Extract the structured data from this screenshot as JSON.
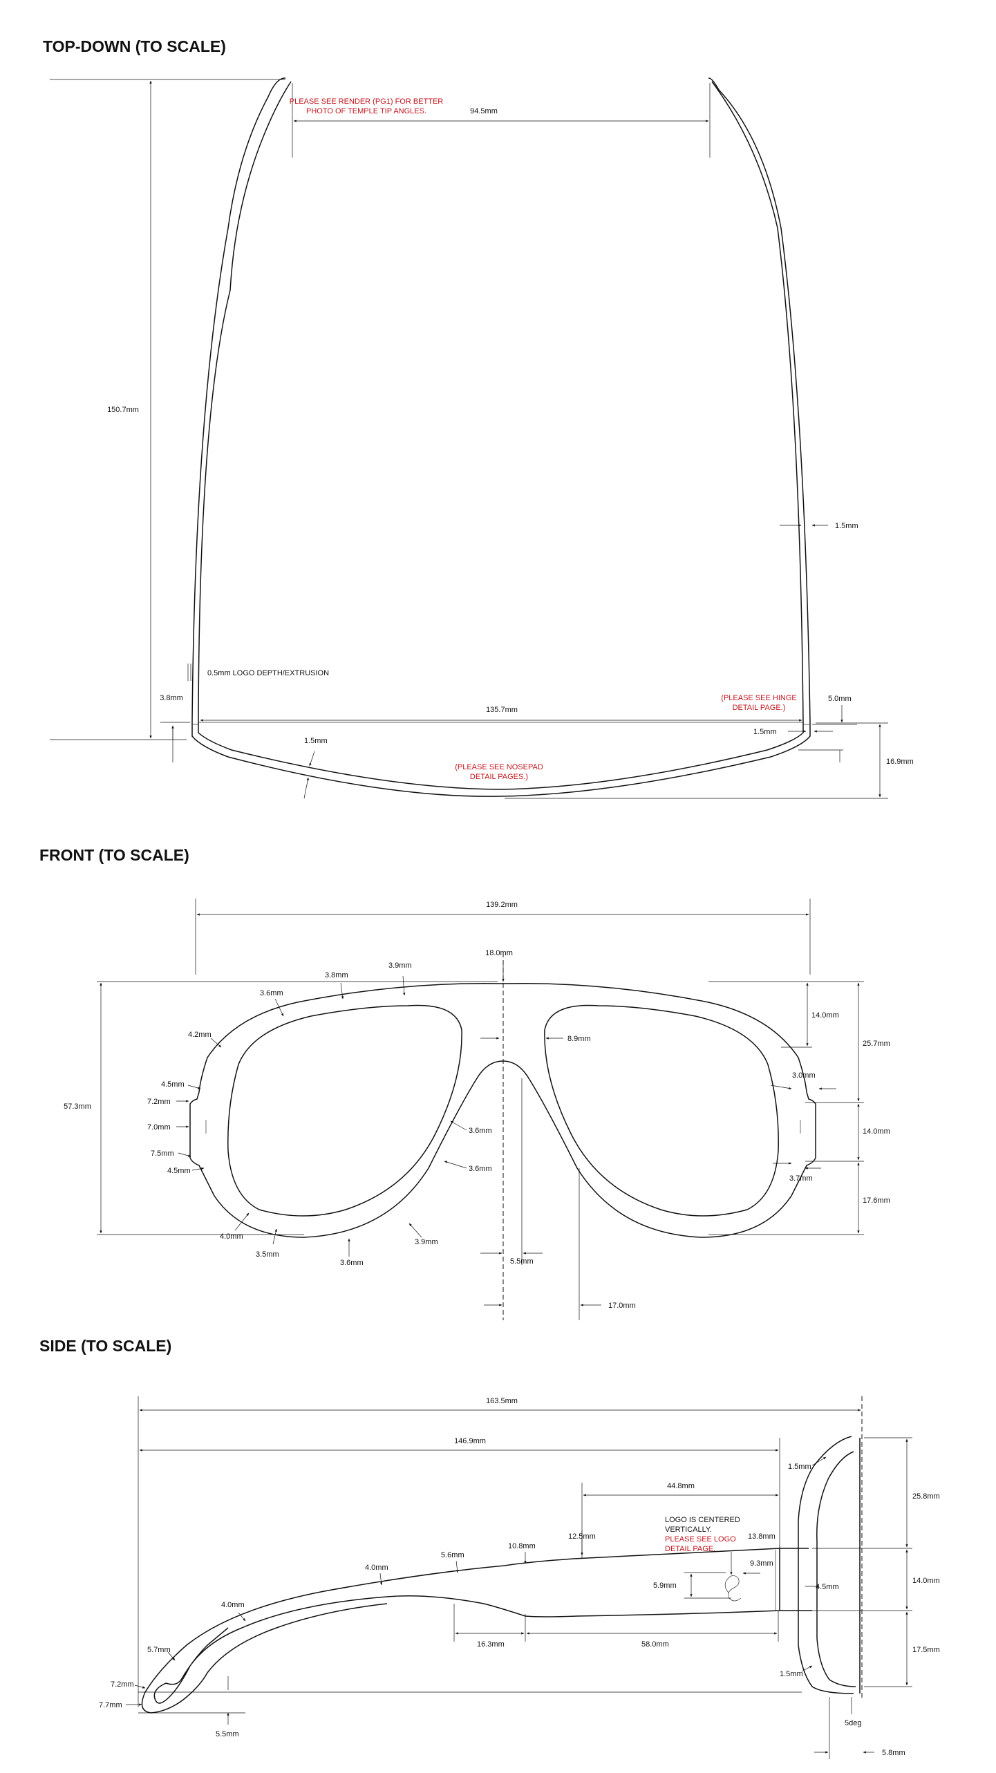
{
  "sections": {
    "top": {
      "title": "TOP-DOWN (TO SCALE)",
      "dims": {
        "inner_width": "94.5mm",
        "length": "150.7mm",
        "temple_thickness": "1.5mm",
        "logo_depth": "0.5mm LOGO DEPTH/EXTRUSION",
        "hinge_offset": "3.8mm",
        "frame_width": "135.7mm",
        "hinge_right": "5.0mm",
        "front_thickness_right": "1.5mm",
        "front_thickness": "1.5mm",
        "depth": "16.9mm"
      },
      "notes": {
        "render_1": "PLEASE SEE RENDER (PG1) FOR BETTER",
        "render_2": "PHOTO OF TEMPLE TIP ANGLES.",
        "hinge_1": "(PLEASE SEE HINGE",
        "hinge_2": "DETAIL PAGE.)",
        "nosepad_1": "(PLEASE SEE NOSEPAD",
        "nosepad_2": "DETAIL PAGES.)"
      }
    },
    "front": {
      "title": "FRONT (TO SCALE)",
      "dims": {
        "overall_width": "139.2mm",
        "bridge": "18.0mm",
        "height": "57.3mm",
        "top_right": "14.0mm",
        "upper_right": "25.7mm",
        "mid_right": "14.0mm",
        "lower_right": "17.6mm",
        "t1": "3.8mm",
        "t2": "3.9mm",
        "t3": "3.6mm",
        "t4": "4.2mm",
        "t5": "4.5mm",
        "t6": "7.2mm",
        "t7": "7.0mm",
        "t8": "7.5mm",
        "t9": "4.5mm",
        "t10": "4.0mm",
        "t11": "3.5mm",
        "t12": "3.6mm",
        "t13": "3.9mm",
        "t14": "3.6mm",
        "t15": "3.6mm",
        "t16": "8.9mm",
        "t17": "3.0mm",
        "t18": "3.7mm",
        "nose_width": "5.5mm",
        "lens_offset": "17.0mm"
      }
    },
    "side": {
      "title": "SIDE (TO SCALE)",
      "dims": {
        "overall": "163.5mm",
        "temple": "146.9mm",
        "d44": "44.8mm",
        "s15": "1.5mm",
        "h258": "25.8mm",
        "h140": "14.0mm",
        "h175": "17.5mm",
        "s125": "12.5mm",
        "s138": "13.8mm",
        "s108": "10.8mm",
        "s56": "5.6mm",
        "s40a": "4.0mm",
        "s40b": "4.0mm",
        "s57": "5.7mm",
        "s72": "7.2mm",
        "s77": "7.7mm",
        "s55": "5.5mm",
        "s163": "16.3mm",
        "s580": "58.0mm",
        "s93": "9.3mm",
        "s59": "5.9mm",
        "s45": "4.5mm",
        "s15b": "1.5mm",
        "deg": "5deg",
        "s58": "5.8mm"
      },
      "notes": {
        "logo_1": "LOGO IS CENTERED",
        "logo_2": "VERTICALLY.",
        "logo_3": "PLEASE SEE LOGO",
        "logo_4": "DETAIL PAGE."
      }
    }
  },
  "colors": {
    "ink": "#111111",
    "note": "#c0141c",
    "background": "#ffffff"
  }
}
